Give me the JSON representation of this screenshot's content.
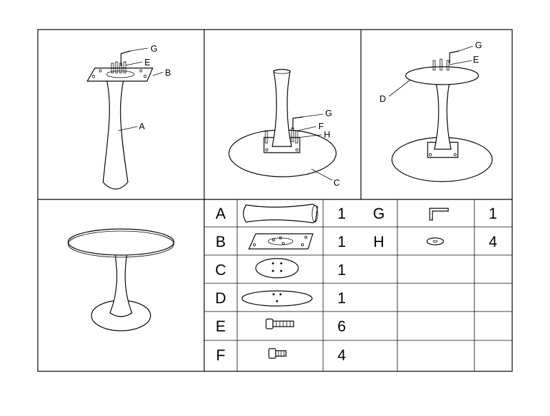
{
  "step1": {
    "callouts": {
      "G": "G",
      "E": "E",
      "B": "B",
      "A": "A"
    }
  },
  "step2": {
    "callouts": {
      "G": "G",
      "F": "F",
      "H": "H",
      "C": "C"
    }
  },
  "step3": {
    "callouts": {
      "G": "G",
      "E": "E",
      "D": "D"
    }
  },
  "parts": [
    {
      "letter": "A",
      "qty": "1",
      "icon": "pedestal-column-icon"
    },
    {
      "letter": "B",
      "qty": "1",
      "icon": "mounting-plate-icon"
    },
    {
      "letter": "C",
      "qty": "1",
      "icon": "round-base-icon"
    },
    {
      "letter": "D",
      "qty": "1",
      "icon": "tabletop-icon"
    },
    {
      "letter": "E",
      "qty": "6",
      "icon": "long-bolt-icon"
    },
    {
      "letter": "F",
      "qty": "4",
      "icon": "short-bolt-icon"
    },
    {
      "letter": "G",
      "qty": "1",
      "icon": "allen-key-icon"
    },
    {
      "letter": "H",
      "qty": "4",
      "icon": "washer-icon"
    }
  ]
}
